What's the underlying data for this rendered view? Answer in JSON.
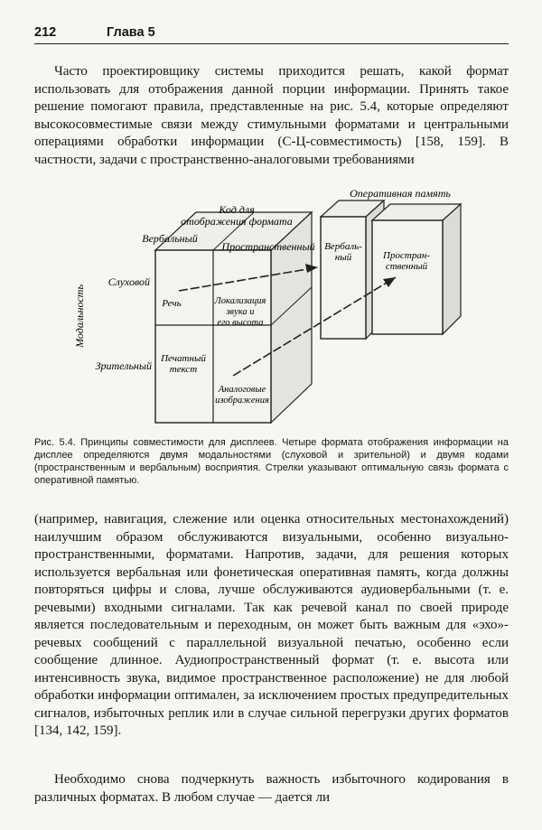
{
  "header": {
    "page_number": "212",
    "chapter": "Глава 5"
  },
  "paragraph_top": "Часто проектировщику системы приходится решать, какой формат использовать для отображения данной порции информации. Принять такое решение помогают правила, представленные на рис. 5.4, которые определяют высокосовместимые связи между стимульными форматами и центральными операциями обработки информации (С-Ц-совместимость) [158, 159]. В частности, задачи с пространственно-аналоговыми требованиями",
  "figure": {
    "code_label_line1": "Код для",
    "code_label_line2": "отображения формата",
    "working_memory_label": "Оперативная память",
    "verbal_column": "Вербальный",
    "spatial_column": "Пространственный",
    "modality_label": "Модальность",
    "auditory_row": "Слуховой",
    "visual_row": "Зрительный",
    "cell_speech": "Речь",
    "cell_localization_line1": "Локализация",
    "cell_localization_line2": "звука и",
    "cell_localization_line3": "его высота",
    "cell_printed_line1": "Печатный",
    "cell_printed_line2": "текст",
    "cell_analog_line1": "Аналоговые",
    "cell_analog_line2": "изображения",
    "memory_verbal_line1": "Вербаль-",
    "memory_verbal_line2": "ный",
    "memory_spatial_line1": "Простран-",
    "memory_spatial_line2": "ственный"
  },
  "caption": "Рис. 5.4. Принципы совместимости для дисплеев. Четыре формата отображения информации на дисплее определяются двумя модальностями (слуховой и зрительной) и двумя кодами (пространственным и вербальным) восприятия. Стрелки указывают оптимальную связь формата с оперативной памятью.",
  "paragraph_middle": "(например, навигация, слежение или оценка относительных местонахождений) наилучшим образом обслуживаются визуальными, особенно визуально-пространственными, форматами. Напротив, задачи, для решения которых используется вербальная или фонетическая оперативная память, когда должны повторяться цифры и слова, лучше обслуживаются аудиовербальными (т. е. речевыми) входными сигналами. Так как речевой канал по своей природе является последовательным и переходным, он может быть важным для «эхо»-речевых сообщений с параллельной визуальной печатью, особенно если сообщение длинное. Аудиопространственный формат (т. е. высота или интенсивность звука, видимое пространственное расположение) не для любой обработки информации оптимален, за исключением простых предупредительных сигналов, избыточных реплик или в случае сильной перегрузки других форматов [134, 142, 159].",
  "paragraph_bottom": "Необходимо снова подчеркнуть важность избыточного кодирования в различных форматах. В любом случае — дается ли"
}
